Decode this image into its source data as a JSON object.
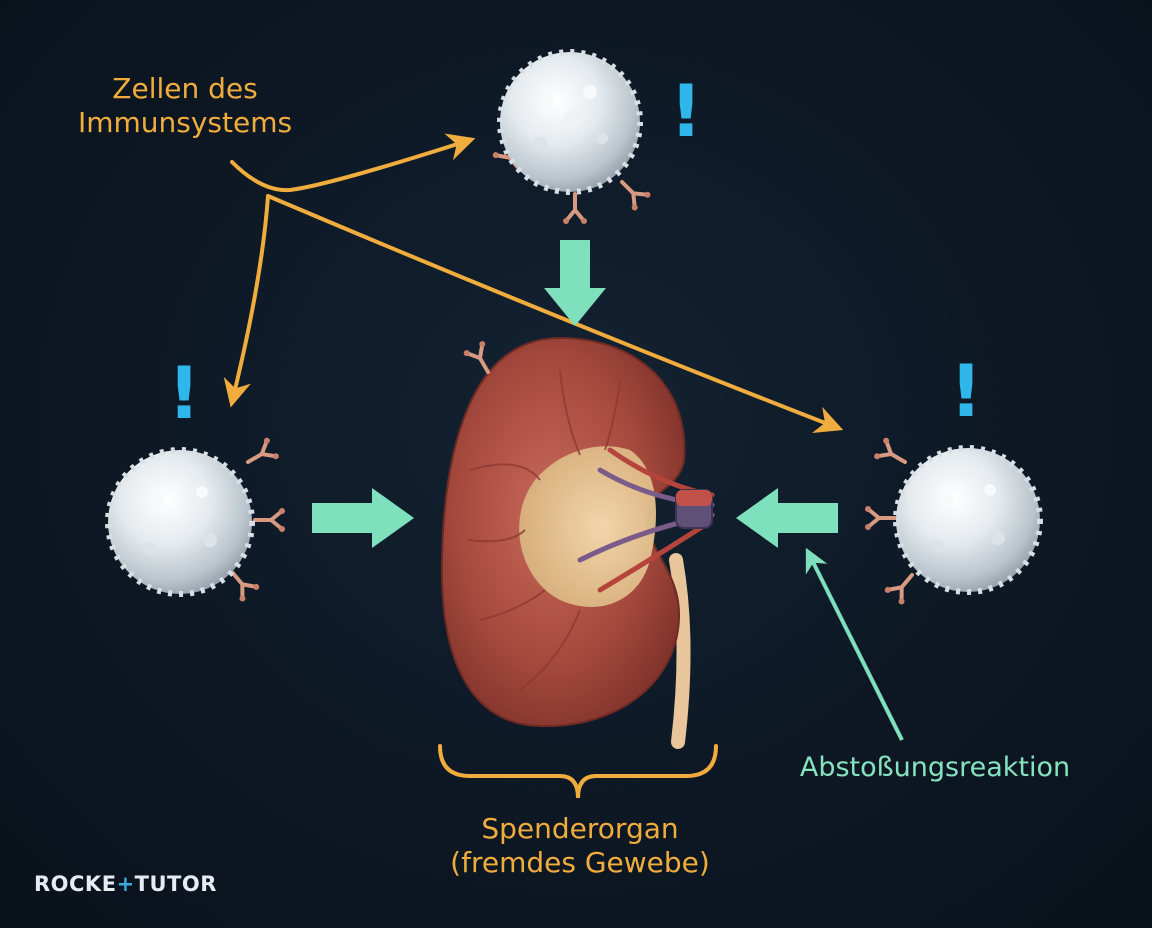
{
  "labels": {
    "immune_cells": [
      "Zellen des",
      "Immunsystems"
    ],
    "rejection": "Abstoßungsreaktion",
    "donor_organ": [
      "Spenderorgan",
      "(fremdes Gewebe)"
    ]
  },
  "alert_mark": "!",
  "logo": {
    "part1": "ROCKE",
    "plus": "+",
    "part2": "TUTOR"
  },
  "colors": {
    "background": "#0c1622",
    "label_orange": "#f0ad3e",
    "label_mint": "#86e3c0",
    "arrow_mint": "#7fe0be",
    "alert_blue": "#2fb6ea",
    "cell_white": "#e8eef2",
    "kidney_red": "#a04a3e"
  },
  "icons": [
    "immune-cell-icon",
    "kidney-icon",
    "antibody-icon",
    "exclamation-icon"
  ]
}
